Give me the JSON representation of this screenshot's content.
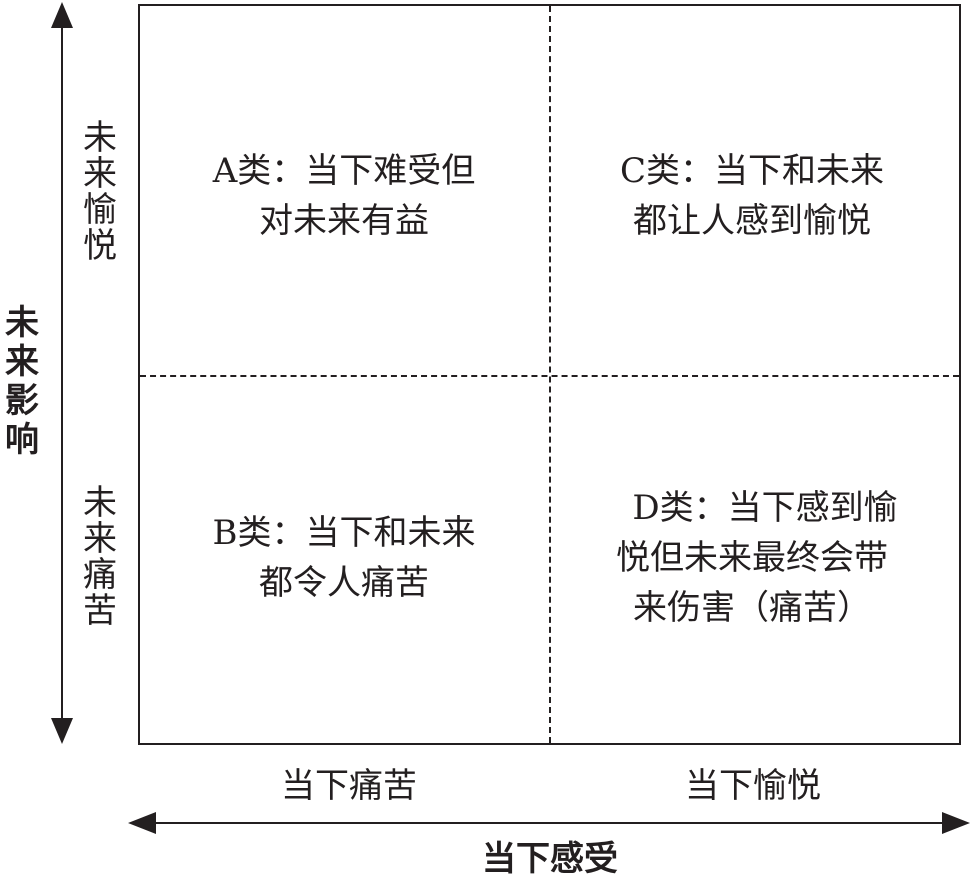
{
  "axes": {
    "y_title": "未来影响",
    "y_top_label": "未来愉悦",
    "y_bottom_label": "未来痛苦",
    "x_title": "当下感受",
    "x_left_label": "当下痛苦",
    "x_right_label": "当下愉悦"
  },
  "quadrants": {
    "a": {
      "lines": [
        "A类：当下难受但",
        "对未来有益"
      ]
    },
    "c": {
      "lines": [
        "C类：当下和未来",
        "都让人感到愉悦"
      ]
    },
    "b": {
      "lines": [
        "B类：当下和未来",
        "都令人痛苦"
      ]
    },
    "d": {
      "lines": [
        "D类：当下感到愉",
        "悦但未来最终会带",
        "来伤害（痛苦）"
      ]
    }
  },
  "colors": {
    "ink": "#231f20",
    "background": "#ffffff"
  }
}
